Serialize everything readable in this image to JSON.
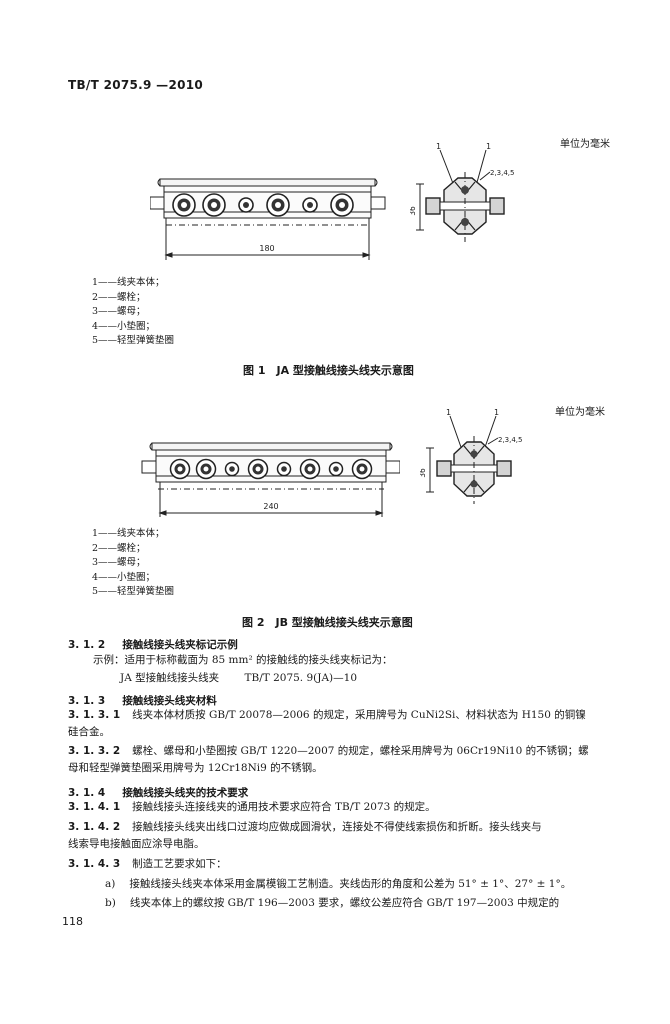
{
  "header": {
    "standard": "TB/T 2075.9 —2010"
  },
  "figure1": {
    "unit": "单位为毫米",
    "dim_length": "180",
    "dim_height": "36",
    "callout_left": "1",
    "callout_right": "1",
    "callout_group": "2,3,4,5",
    "legend": [
      "1——线夹本体；",
      "2——螺栓；",
      "3——螺母；",
      "4——小垫圈；",
      "5——轻型弹簧垫圈"
    ],
    "caption": "图 1　JA 型接触线接头线夹示意图"
  },
  "figure2": {
    "unit": "单位为毫米",
    "dim_length": "240",
    "dim_height": "36",
    "callout_left": "1",
    "callout_right": "1",
    "callout_group": "2,3,4,5",
    "legend": [
      "1——线夹本体；",
      "2——螺栓；",
      "3——螺母；",
      "4——小垫圈；",
      "5——轻型弹簧垫圈"
    ],
    "caption": "图 2　JB 型接触线接头线夹示意图"
  },
  "sections": {
    "s312": {
      "num": "3. 1. 2",
      "title": "接触线接头线夹标记示例"
    },
    "example_line": "示例：适用于标称截面为 85 mm² 的接触线的接头线夹标记为：",
    "mark_name": "JA 型接触线接头线夹",
    "mark_code": "TB/T 2075. 9(JA)—10",
    "s313": {
      "num": "3. 1. 3",
      "title": "接触线接头线夹材料"
    },
    "s3131": {
      "num": "3. 1. 3. 1",
      "text1": "线夹本体材质按 GB/T 20078—2006 的规定，采用牌号为 CuNi2Si、材料状态为 H150 的铜镍",
      "text2": "硅合金。"
    },
    "s3132": {
      "num": "3. 1. 3. 2",
      "text1": "螺栓、螺母和小垫圈按 GB/T 1220—2007 的规定，螺栓采用牌号为 06Cr19Ni10 的不锈钢；螺",
      "text2": "母和轻型弹簧垫圈采用牌号为 12Cr18Ni9 的不锈钢。"
    },
    "s314": {
      "num": "3. 1. 4",
      "title": "接触线接头线夹的技术要求"
    },
    "s3141": {
      "num": "3. 1. 4. 1",
      "text1": "接触线接头连接线夹的通用技术要求应符合 TB/T 2073 的规定。"
    },
    "s3142": {
      "num": "3. 1. 4. 2",
      "text1": "接触线接头线夹出线口过渡均应做成圆滑状，连接处不得使线索损伤和折断。接头线夹与",
      "text2": "线索导电接触面应涂导电脂。"
    },
    "s3143": {
      "num": "3. 1. 4. 3",
      "text1": "制造工艺要求如下："
    },
    "item_a": {
      "label": "a)",
      "text": "接触线接头线夹本体采用金属模锻工艺制造。夹线齿形的角度和公差为 51° ± 1°、27° ± 1°。"
    },
    "item_b": {
      "label": "b)",
      "text": "线夹本体上的螺纹按 GB/T 196—2003 要求，螺纹公差应符合 GB/T 197—2003 中规定的"
    }
  },
  "footer": {
    "page_number": "118"
  }
}
